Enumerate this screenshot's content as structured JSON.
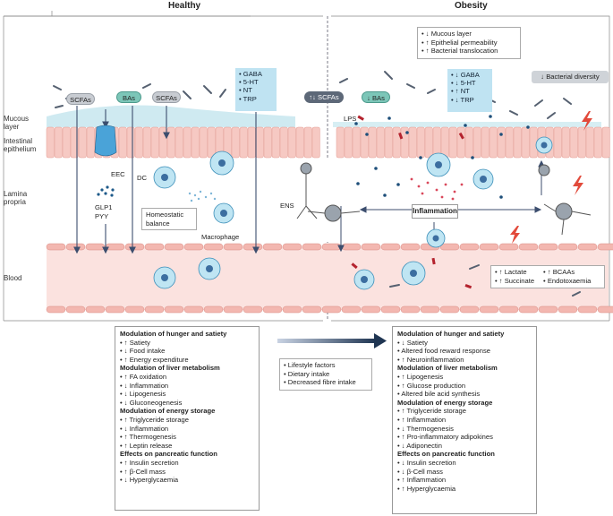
{
  "headers": {
    "healthy": "Healthy",
    "obesity": "Obesity"
  },
  "side_labels": {
    "mucous": [
      "Mucous",
      "layer"
    ],
    "epithelium": [
      "Intestinal",
      "epithelium"
    ],
    "lamina": [
      "Lamina",
      "propria"
    ],
    "blood": "Blood"
  },
  "healthy": {
    "pills": {
      "scfas1": "SCFAs",
      "bas": "BAs",
      "scfas2": "SCFAs"
    },
    "neuro_box": [
      "GABA",
      "5-HT",
      "NT",
      "TRP"
    ],
    "labels": {
      "eec": "EEC",
      "dc": "DC",
      "glp1": "GLP1",
      "pyy": "PYY",
      "macrophage": "Macrophage"
    },
    "homeostatic": [
      "Homeostatic",
      "balance"
    ]
  },
  "obesity": {
    "top_box": [
      "↓ Mucous layer",
      "↑ Epithelial permeability",
      "↑ Bacterial translocation"
    ],
    "neuro_box": [
      "↓ GABA",
      "↓ 5-HT",
      "↑ NT",
      "↓ TRP"
    ],
    "diversity": "↓ Bacterial diversity",
    "lps": "LPS",
    "inflammation": "Inflammation",
    "blood_box_left": [
      "↑ Lactate",
      "↑ Succinate"
    ],
    "blood_box_right": [
      "↑ BCAAs",
      "Endotoxaemia"
    ]
  },
  "center": {
    "scfas": "↑↓ SCFAs",
    "bas": "↓ BAs",
    "ens": "ENS"
  },
  "factors_box": [
    "Lifestyle factors",
    "Dietary intake",
    "Decreased fibre intake"
  ],
  "healthy_effects": [
    {
      "title": "Modulation of hunger and satiety",
      "items": [
        "↑ Satiety",
        "↓ Food intake",
        "↑ Energy expenditure"
      ]
    },
    {
      "title": "Modulation of liver metabolism",
      "items": [
        "↑ FA oxidation",
        "↓ Inflammation",
        "↓ Lipogenesis",
        "↓ Gluconeogenesis"
      ]
    },
    {
      "title": "Modulation of energy storage",
      "items": [
        "↑ Triglyceride storage",
        "↓ Inflammation",
        "↑ Thermogenesis",
        "↑ Leptin release"
      ]
    },
    {
      "title": "Effects on pancreatic function",
      "items": [
        "↑ Insulin secretion",
        "↑ β-Cell mass",
        "↓ Hyperglycaemia"
      ]
    }
  ],
  "obesity_effects": [
    {
      "title": "Modulation of hunger and satiety",
      "items": [
        "↓ Satiety",
        "Altered food reward response",
        "↑ Neuroinflammation"
      ]
    },
    {
      "title": "Modulation of liver metabolism",
      "items": [
        "↑ Lipogenesis",
        "↑ Glucose production",
        "Altered bile acid synthesis"
      ]
    },
    {
      "title": "Modulation of energy storage",
      "items": [
        "↑ Triglyceride storage",
        "↑ Inflammation",
        "↓ Thermogenesis",
        "↑ Pro-inflammatory adipokines",
        "↓ Adiponectin"
      ]
    },
    {
      "title": "Effects on pancreatic function",
      "items": [
        "↓ Insulin secretion",
        "↓ β-Cell mass",
        "↑ Inflammation",
        "↑ Hyperglycaemia"
      ]
    }
  ]
}
